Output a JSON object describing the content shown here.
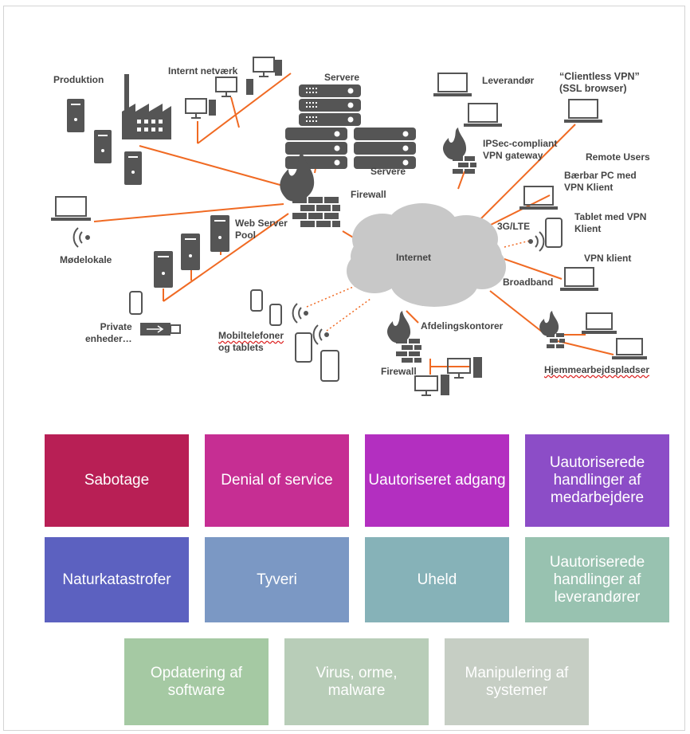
{
  "network": {
    "produktion": "Produktion",
    "internt_netvaerk": "Internt netværk",
    "servere_top": "Servere",
    "servere_bottom": "Servere",
    "firewall_main": "Firewall",
    "web_server_pool_1": "Web Server",
    "web_server_pool_2": "Pool",
    "modelokale": "Mødelokale",
    "private_enheder_1": "Private",
    "private_enheder_2": "enheder…",
    "mobiltelefoner_1": "Mobiltelefoner",
    "mobiltelefoner_2": "og tablets",
    "internet": "Internet",
    "afdelingskontorer": "Afdelingskontorer",
    "firewall_branch": "Firewall",
    "leverandor": "Leverandør",
    "clientless_1": "“Clientless VPN”",
    "clientless_2": "(SSL browser)",
    "ipsec_1": "IPSec-compliant",
    "ipsec_2": "VPN gateway",
    "remote_users": "Remote Users",
    "baerbar_1": "Bærbar PC med",
    "baerbar_2": "VPN Klient",
    "g3lte": "3G/LTE",
    "tablet_1": "Tablet med VPN",
    "tablet_2": "Klient",
    "vpn_klient": "VPN klient",
    "broadband": "Broadband",
    "hjemme": "Hjemmearbejdspladser"
  },
  "threats": [
    {
      "label": "Sabotage",
      "color": "#b81f55"
    },
    {
      "label": "Denial of service",
      "color": "#c62e93"
    },
    {
      "label": "Uautoriseret adgang",
      "color": "#b32fc0"
    },
    {
      "label": "Uautoriserede handlinger af medarbejdere",
      "color": "#8c4dc7"
    },
    {
      "label": "Naturkatastrofer",
      "color": "#5c61c0"
    },
    {
      "label": "Tyveri",
      "color": "#7b98c4"
    },
    {
      "label": "Uheld",
      "color": "#86b2b8"
    },
    {
      "label": "Uautoriserede handlinger af leverandører",
      "color": "#98c2b0"
    },
    {
      "label": "Opdatering af software",
      "color": "#a5c9a3"
    },
    {
      "label": "Virus, orme, malware",
      "color": "#b8cdb8"
    },
    {
      "label": "Manipulering af systemer",
      "color": "#c6cec4"
    }
  ],
  "colors": {
    "link": "#f06a23",
    "device": "#555555",
    "cloud": "#c8c8c8"
  }
}
